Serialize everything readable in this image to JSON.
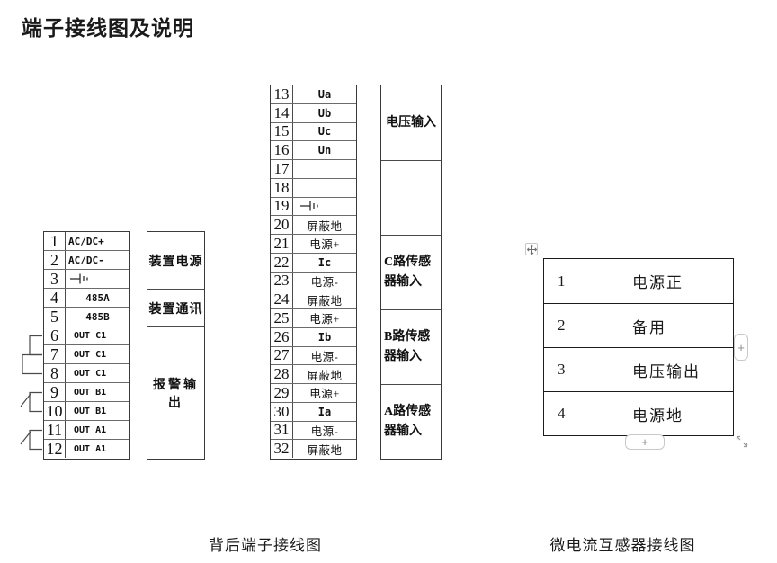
{
  "title": "端子接线图及说明",
  "rear_block": {
    "rows": [
      {
        "num": "1",
        "label": "AC/DC+"
      },
      {
        "num": "2",
        "label": "AC/DC-"
      },
      {
        "num": "3",
        "label": "",
        "symbol": "ground"
      },
      {
        "num": "4",
        "label": "485A"
      },
      {
        "num": "5",
        "label": "485B"
      },
      {
        "num": "6",
        "label": "OUT C1"
      },
      {
        "num": "7",
        "label": "OUT C1"
      },
      {
        "num": "8",
        "label": "OUT C1"
      },
      {
        "num": "9",
        "label": "OUT B1"
      },
      {
        "num": "10",
        "label": "OUT B1"
      },
      {
        "num": "11",
        "label": "OUT A1"
      },
      {
        "num": "12",
        "label": "OUT A1"
      }
    ],
    "groups": [
      {
        "label": "装置电源"
      },
      {
        "label": "装置通讯"
      },
      {
        "label": "报警输出"
      }
    ]
  },
  "sensor_block": {
    "rows": [
      {
        "num": "13",
        "label": "Ua"
      },
      {
        "num": "14",
        "label": "Ub"
      },
      {
        "num": "15",
        "label": "Uc"
      },
      {
        "num": "16",
        "label": "Un"
      },
      {
        "num": "17",
        "label": ""
      },
      {
        "num": "18",
        "label": ""
      },
      {
        "num": "19",
        "label": "",
        "symbol": "ground"
      },
      {
        "num": "20",
        "label": "屏蔽地"
      },
      {
        "num": "21",
        "label": "电源+"
      },
      {
        "num": "22",
        "label": "Ic"
      },
      {
        "num": "23",
        "label": "电源-"
      },
      {
        "num": "24",
        "label": "屏蔽地"
      },
      {
        "num": "25",
        "label": "电源+"
      },
      {
        "num": "26",
        "label": "Ib"
      },
      {
        "num": "27",
        "label": "电源-"
      },
      {
        "num": "28",
        "label": "屏蔽地"
      },
      {
        "num": "29",
        "label": "电源+"
      },
      {
        "num": "30",
        "label": "Ia"
      },
      {
        "num": "31",
        "label": "电源-"
      },
      {
        "num": "32",
        "label": "屏蔽地"
      }
    ],
    "groups": [
      {
        "label": "电压输入"
      },
      {
        "label": ""
      },
      {
        "label": "C路传感器输入"
      },
      {
        "label": "B路传感器输入"
      },
      {
        "label": "A路传感器输入"
      }
    ]
  },
  "ct_table": {
    "rows": [
      {
        "num": "1",
        "label": "电源正"
      },
      {
        "num": "2",
        "label": "备用"
      },
      {
        "num": "3",
        "label": "电压输出"
      },
      {
        "num": "4",
        "label": "电源地"
      }
    ]
  },
  "captions": {
    "rear": "背后端子接线图",
    "ct": "微电流互感器接线图"
  },
  "ui": {
    "insert_button_label": "+",
    "icons": {
      "move": "four-way-move-arrows",
      "resize": "diagonal-resize-arrows",
      "ground": "earth-ground-symbol"
    }
  },
  "colors": {
    "line": "#3a3a3a",
    "table_line": "#1c1c1c",
    "handle_border": "#c9c9c9",
    "handle_glyph": "#8a8a8a"
  }
}
